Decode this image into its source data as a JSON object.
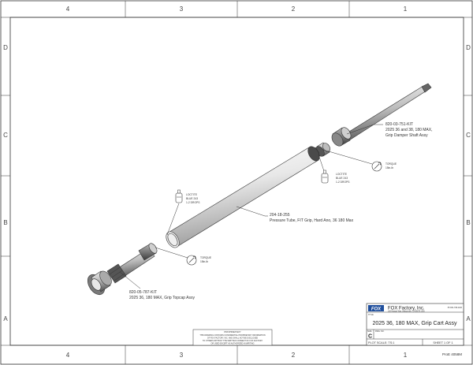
{
  "frame": {
    "zones_top": [
      "4",
      "3",
      "2",
      "1"
    ],
    "zones_bottom": [
      "4",
      "3",
      "2",
      "1"
    ],
    "zones_left": [
      "D",
      "C",
      "B",
      "A"
    ],
    "zones_right": [
      "D",
      "C",
      "B",
      "A"
    ]
  },
  "callouts": {
    "shaft": {
      "part_no": "820-03-751-KIT",
      "desc1": "2025 36 and 38, 180 MAX,",
      "desc2": "Grip Damper Shaft Assy"
    },
    "tube": {
      "part_no": "204-18-255",
      "desc1": "Pressure Tube, FIT Grip, Hard Ano, 36 180 Max"
    },
    "topcap": {
      "part_no": "820-05-787-KIT",
      "desc1": "2025 36, 180 MAX, Grip Topcap Assy"
    },
    "torque_shaft": {
      "line1": "TORQUE",
      "line2": "15in-lb"
    },
    "torque_topcap": {
      "line1": "TORQUE",
      "line2": "15in-lb"
    },
    "loctite_shaft": {
      "line1": "LOCTITE",
      "line2": "BLUE 243",
      "line3": "1-2 DROPS"
    },
    "loctite_tube": {
      "line1": "LOCTITE",
      "line2": "BLUE 243",
      "line3": "1-2 DROPS"
    }
  },
  "title_block": {
    "logo": "FOX",
    "company": "FOX Factory, Inc.",
    "address": "130 Hangar Way, Watsonville, CA 95076 USA",
    "phone": "Ph 831-768-1100",
    "title_label": "TITLE",
    "title": "2025 36, 180 MAX, Grip Cart Assy",
    "size_label": "SIZE",
    "dwg_label": "DWG. NO.",
    "size": "C",
    "scale": "PLOT SCALE: TS:1",
    "sheet": "SHEET 1 OF 1",
    "part_number": "ProE 4058M",
    "prop_heading": "PROPRIETARY",
    "prop_lines": [
      "THIS DRAWING CONTAINS CONFIDENTIAL PROPRIETARY INFORMATION",
      "OF FOX FACTORY, INC. AND SHALL NOT BE DISCLOSED",
      "TO OTHERS WITHOUT THE WRITTEN CONSENT OF FOX FACTORY",
      "OR USED EXCEPT AS AUTHORIZED IN WRITING"
    ]
  }
}
